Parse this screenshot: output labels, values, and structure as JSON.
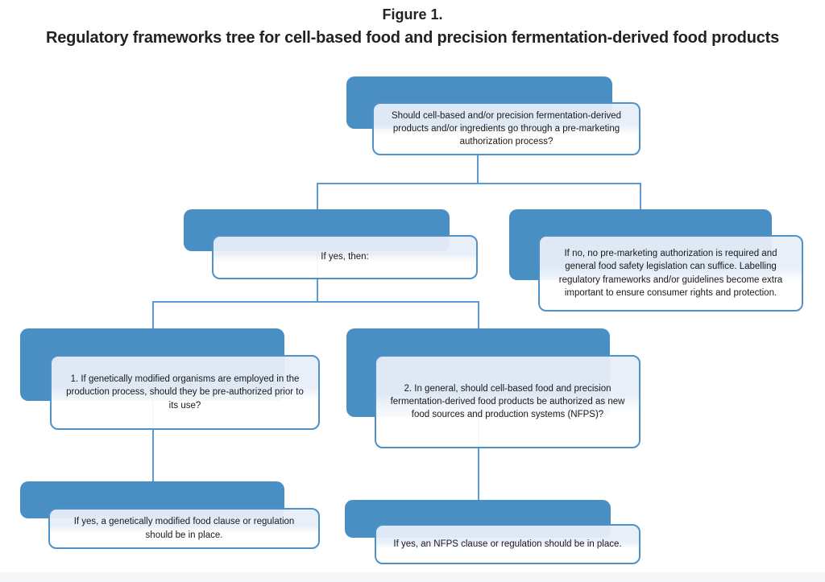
{
  "figure": {
    "label": "Figure 1.",
    "title": "Regulatory frameworks tree for cell-based food and precision fermentation-derived food products"
  },
  "nodes": {
    "root": {
      "text": "Should cell-based and/or precision fermentation-derived products and/or ingredients go through a pre-marketing authorization process?"
    },
    "yes": {
      "text": "If yes, then:"
    },
    "no": {
      "text": "If no, no pre-marketing authorization is required and general food safety legislation can suffice. Labelling regulatory frameworks and/or guidelines become extra important to ensure consumer rights and protection."
    },
    "q1": {
      "text": "1. If genetically modified organisms are employed in the production process, should they be pre-authorized prior to its use?"
    },
    "q2": {
      "text": "2. In general, should cell-based food and precision fermentation-derived food products be authorized as new food sources and production systems (NFPS)?"
    },
    "a1": {
      "text": "If yes, a genetically modified food clause or regulation should be in place."
    },
    "a2": {
      "text": "If yes, an NFPS clause or regulation should be in place."
    }
  },
  "colors": {
    "accent_blue": "#4a8fc4",
    "box_border": "#4e92c9",
    "connector": "#5b9bd5",
    "box_tint": "#e7eef8",
    "footer_strip": "#f6f7f8"
  }
}
